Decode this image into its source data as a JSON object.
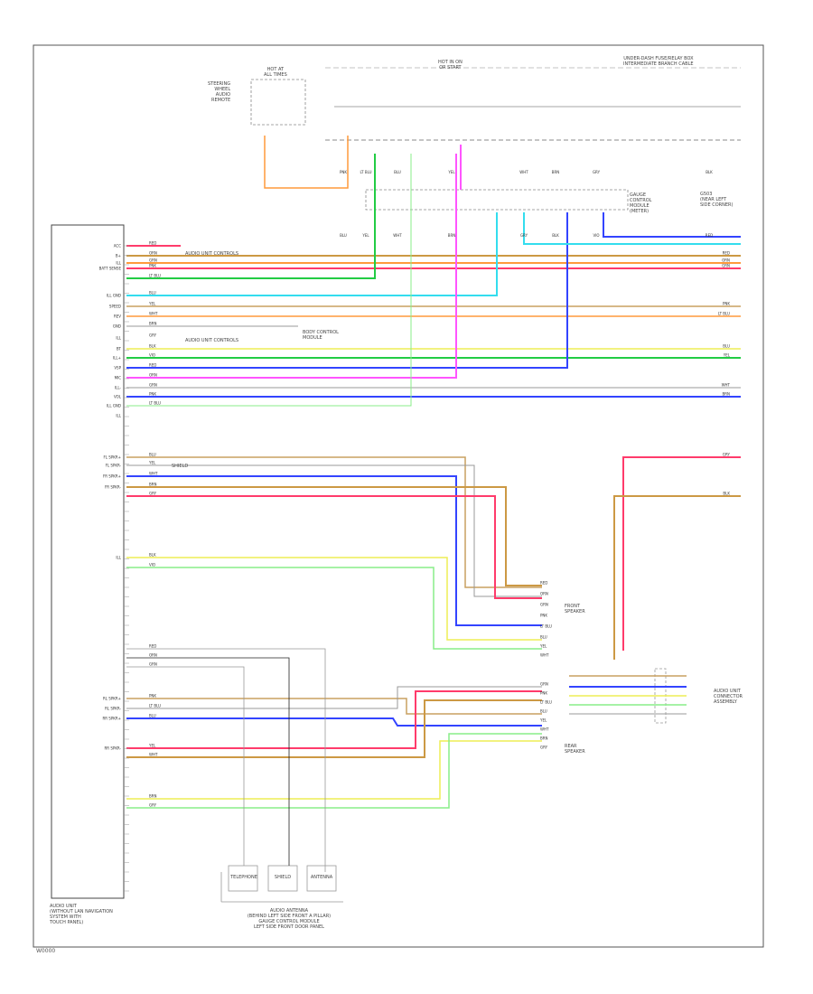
{
  "diagram": {
    "footer_code": "W0000",
    "unit_label": [
      "AUDIO UNIT",
      "(WITHOUT LAN NAVIGATION",
      "SYSTEM WITH",
      "TOUCH PANEL)"
    ],
    "top_left_block": [
      "HOT AT",
      "ALL TIMES"
    ],
    "top_left_fuse": [
      "STEERING",
      "WHEEL",
      "AUDIO",
      "REMOTE"
    ],
    "top_mid_block": [
      "HOT IN ON",
      "OR START"
    ],
    "top_right_block": [
      "UNDER-DASH FUSE/RELAY BOX",
      "INTERMEDIATE BRANCH CABLE"
    ],
    "connector_label": [
      "GAUGE",
      "CONTROL",
      "MODULE",
      "(METER)"
    ],
    "right_connector": [
      "BODY CONTROL",
      "MODULE"
    ],
    "ground_label": [
      "G503",
      "(NEAR LEFT",
      "SIDE CORNER)"
    ],
    "pin_labels": [
      "ACC",
      "B+",
      "ILL",
      "BATT SENSE",
      "ILL GND",
      "SPEED",
      "REV",
      "GND",
      "ILL",
      "BT",
      "ILL+",
      "VSP",
      "MIC",
      "ILL-",
      "VOL",
      "ILL GND",
      "ILL",
      "FL SPKR+",
      "FL SPKR-",
      "FR SPKR+",
      "FR SPKR-",
      "ILL",
      "RL SPKR+",
      "RL SPKR-",
      "RR SPKR+",
      "RR SPKR-"
    ],
    "wire_colors": [
      "RED",
      "ORN",
      "GRN",
      "PNK",
      "LT BLU",
      "BLU",
      "YEL",
      "WHT",
      "BRN",
      "GRY",
      "BLK",
      "VIO"
    ],
    "harness_note_1": "AUDIO UNIT CONTROLS",
    "harness_note_2": "SHIELD",
    "front_speaker_label": [
      "FRONT",
      "SPEAKER"
    ],
    "rear_speaker_label": [
      "REAR",
      "SPEAKER"
    ],
    "right_unit_label": [
      "AUDIO UNIT",
      "CONNECTOR",
      "ASSEMBLY"
    ],
    "bottom_boxes": [
      "TELEPHONE",
      "SHIELD",
      "ANTENNA"
    ],
    "bottom_caption": [
      "AUDIO ANTENNA",
      "(BEHIND LEFT SIDE FRONT A PILLAR)",
      "GAUGE CONTROL MODULE",
      "LEFT SIDE FRONT DOOR PANEL"
    ]
  },
  "colors": {
    "red": "#ff3b6b",
    "orange": "#ff9a3c",
    "green": "#22cc44",
    "pink": "#ff55ff",
    "cyan": "#33ddee",
    "blue": "#3344ff",
    "yellow": "#eeee55",
    "lightgreen": "#88ee88",
    "tan": "#c8a060",
    "brown": "#cc9944",
    "grey": "#999999",
    "black": "#222222"
  }
}
